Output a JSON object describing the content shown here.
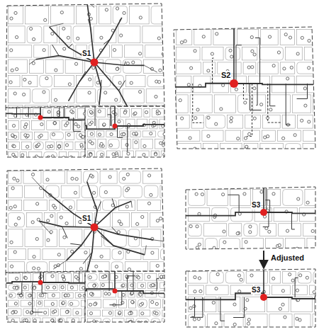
{
  "diagram": {
    "labels": [
      "S1",
      "S2",
      "S1",
      "S3",
      "S3",
      "Adjusted"
    ]
  }
}
